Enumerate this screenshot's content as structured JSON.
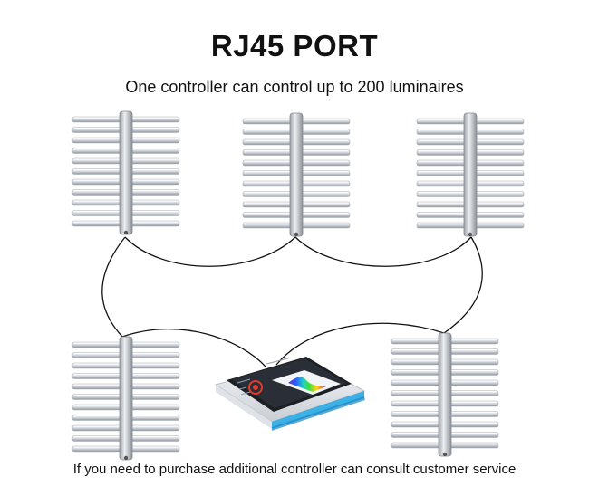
{
  "title": "RJ45 PORT",
  "subtitle": "One controller can control up to 200 luminaires",
  "footer": "If you need to purchase additional controller can consult customer service",
  "luminaires": [
    {
      "id": "top-left"
    },
    {
      "id": "top-center"
    },
    {
      "id": "top-right"
    },
    {
      "id": "bottom-left"
    },
    {
      "id": "bottom-right"
    }
  ],
  "colors": {
    "bar_light": "#f2f3f5",
    "bar_dark": "#9aa0a7",
    "cable": "#111111",
    "controller_body": "#eef0f2",
    "controller_accent": "#3ab0e6",
    "screen": "#1c1f24"
  },
  "icons": {
    "luminaire": "led-bar-grow-light-icon",
    "controller": "touchscreen-controller-icon"
  }
}
